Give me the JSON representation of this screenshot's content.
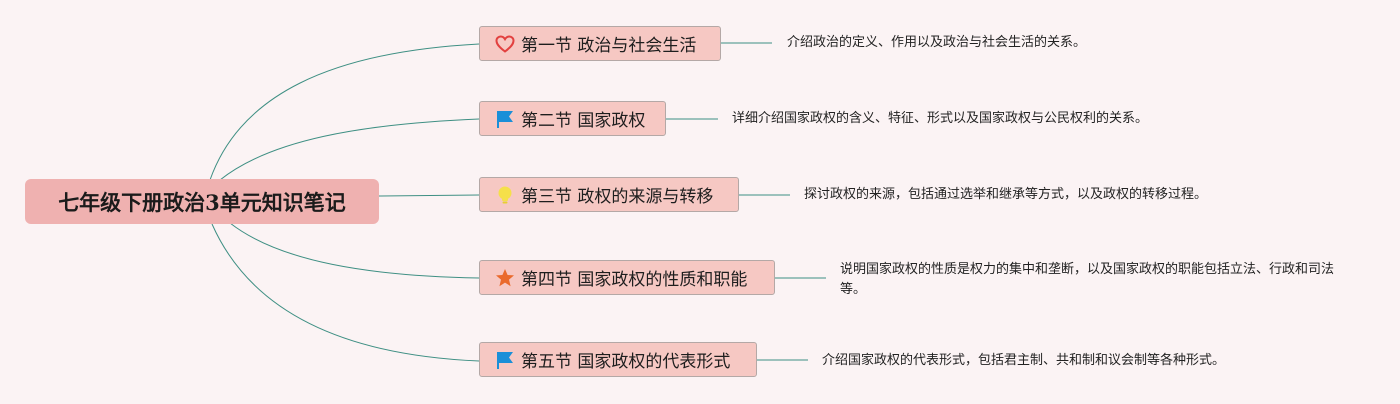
{
  "root": {
    "label": "七年级下册政治3单元知识笔记"
  },
  "topics": [
    {
      "label": "第一节 政治与社会生活",
      "icon": "heart-icon",
      "icon_color": "#e2403f",
      "note": "介绍政治的定义、作用以及政治与社会生活的关系。"
    },
    {
      "label": "第二节 国家政权",
      "icon": "blue-flag-icon",
      "icon_color": "#1a8fd8",
      "note": "详细介绍国家政权的含义、特征、形式以及国家政权与公民权利的关系。"
    },
    {
      "label": "第三节 政权的来源与转移",
      "icon": "light-bulb-icon",
      "icon_color": "#f5e04a",
      "note": "探讨政权的来源，包括通过选举和继承等方式，以及政权的转移过程。"
    },
    {
      "label": "第四节 国家政权的性质和职能",
      "icon": "star-icon",
      "icon_color": "#ea6a2c",
      "note": "说明国家政权的性质是权力的集中和垄断，以及国家政权的职能包括立法、行政和司法等。"
    },
    {
      "label": "第五节 国家政权的代表形式",
      "icon": "blue-flag-icon",
      "icon_color": "#1a8fd8",
      "note": "介绍国家政权的代表形式，包括君主制、共和制和议会制等各种形式。"
    }
  ],
  "colors": {
    "background": "#fbf3f4",
    "root_fill": "#efb1b0",
    "topic_fill": "#f6c8c3",
    "connector": "#3e8f83"
  }
}
